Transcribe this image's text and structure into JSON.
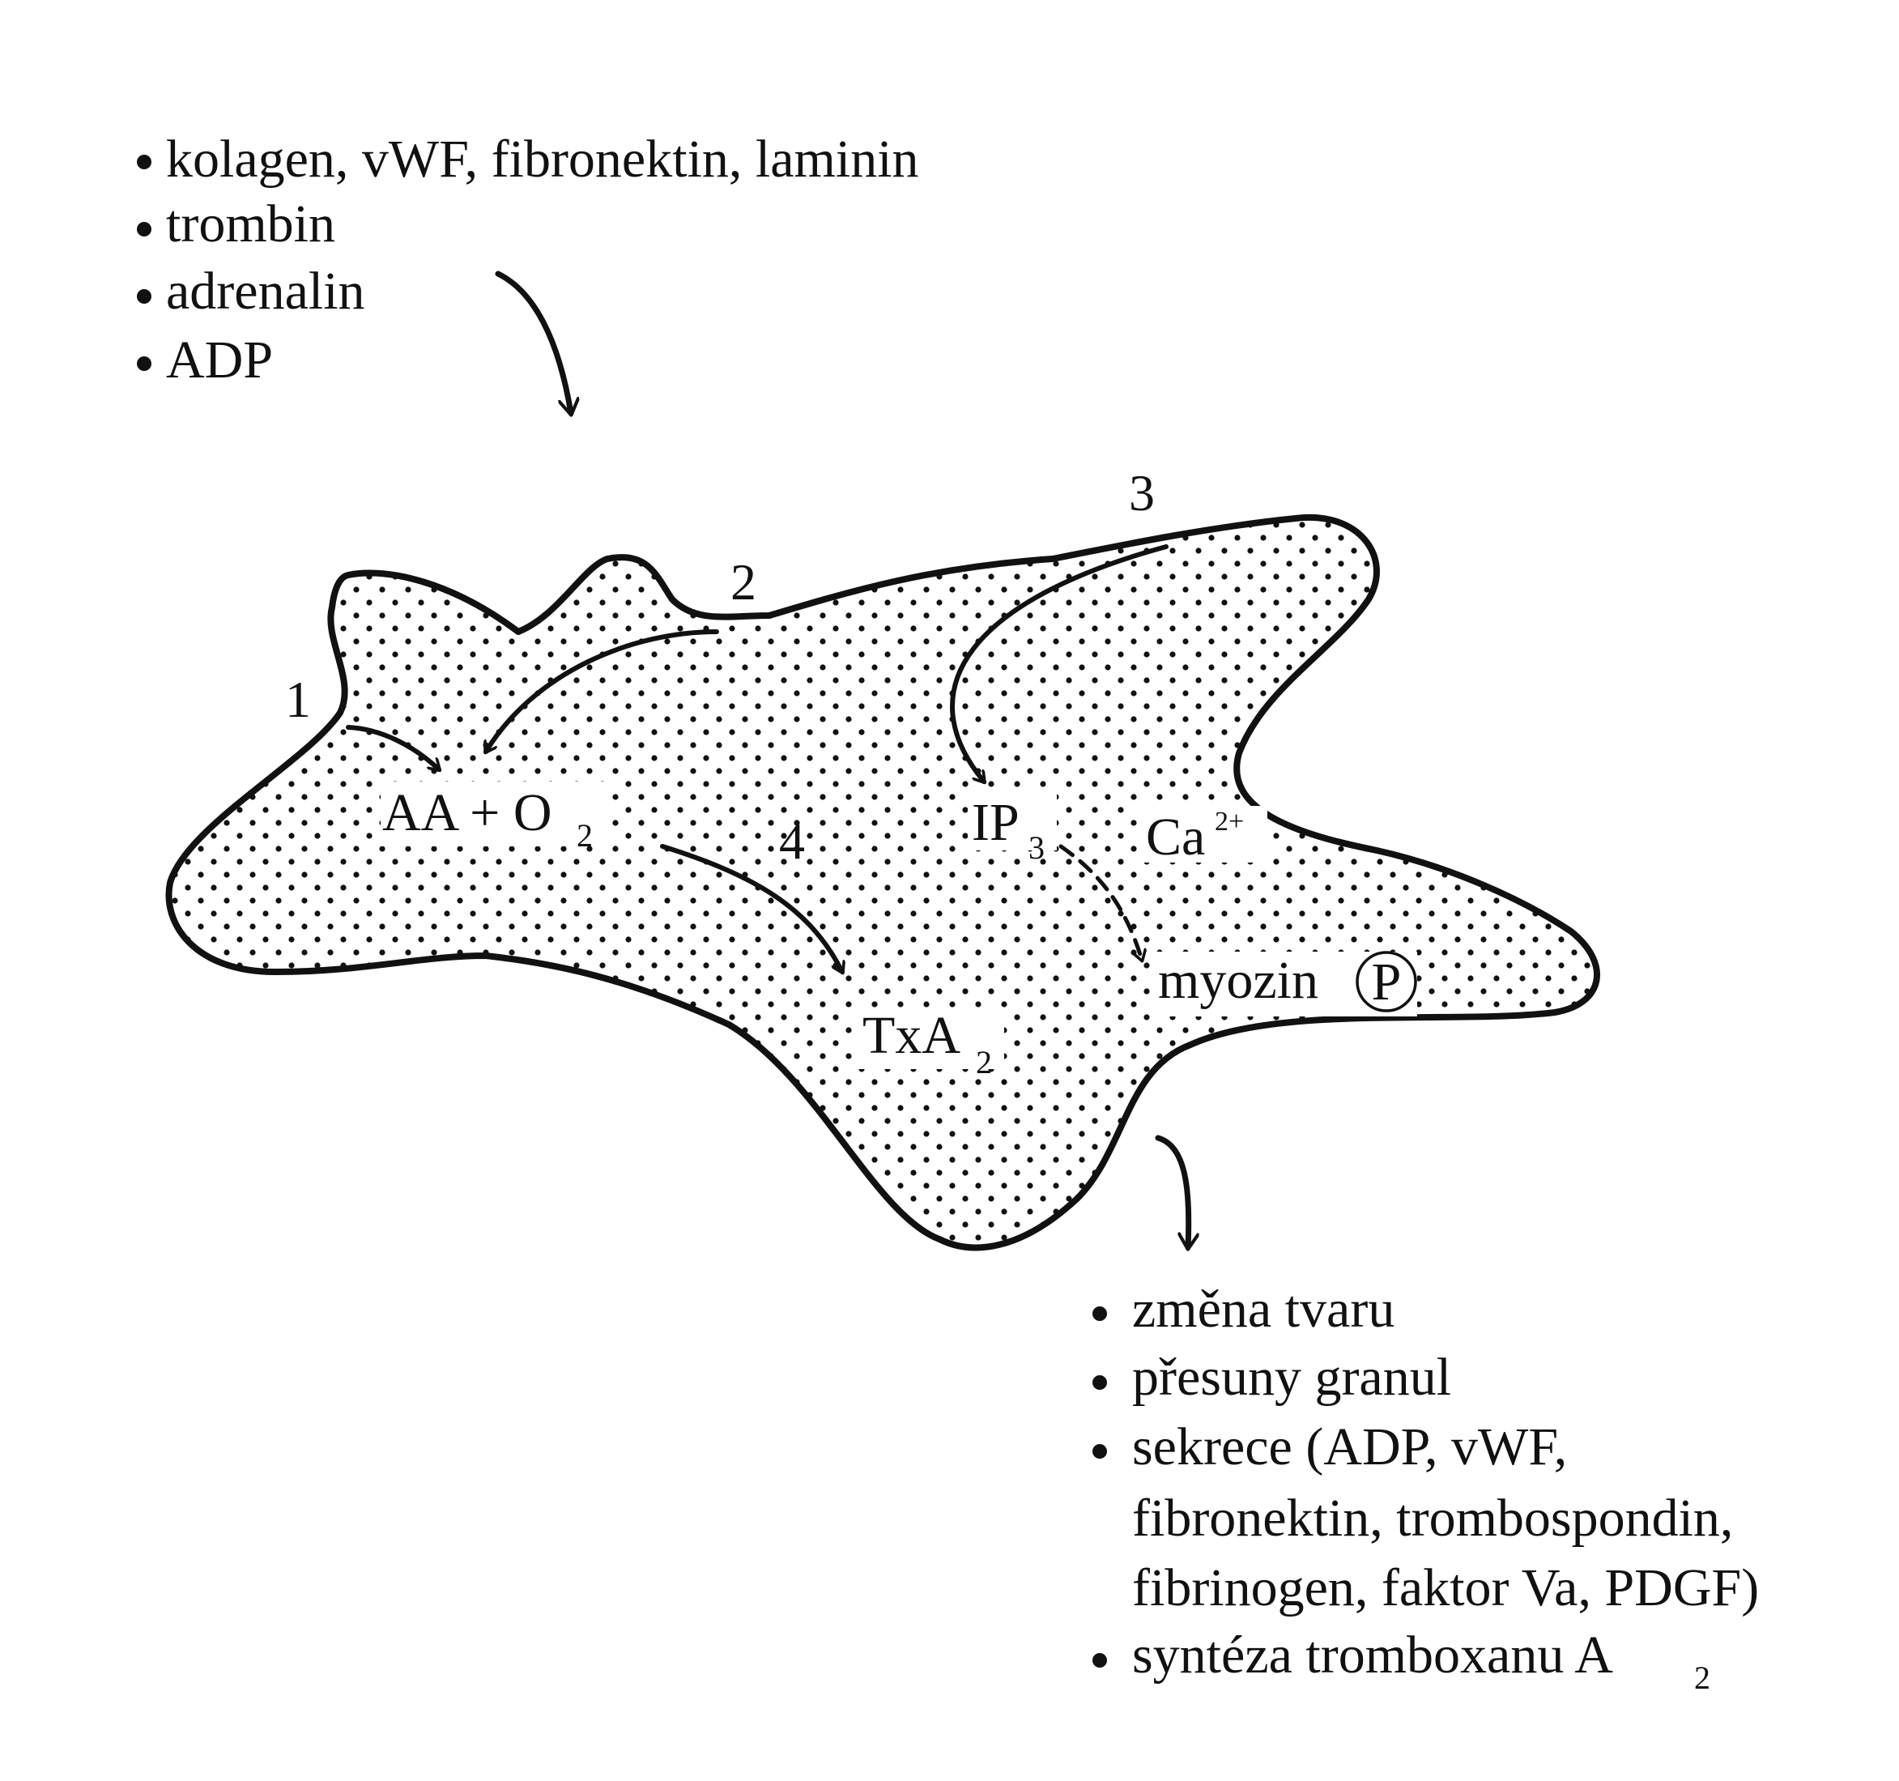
{
  "inputs": {
    "items": [
      "kolagen, vWF, fibronektin, laminin",
      "trombin",
      "adrenalin",
      "ADP"
    ]
  },
  "cell": {
    "numbers": {
      "n1": "1",
      "n2": "2",
      "n3": "3",
      "n4": "4"
    },
    "aa": {
      "main": "AA + O",
      "sub": "2"
    },
    "ip": {
      "main": "IP",
      "sub": "3"
    },
    "ca": {
      "main": "Ca",
      "sup": "2+"
    },
    "myozin": {
      "label": "myozin",
      "marker": "P"
    },
    "txa": {
      "main": "TxA",
      "sub": "2"
    }
  },
  "outputs": {
    "l1": "změna tvaru",
    "l2": "přesuny granul",
    "l3": "sekrece (ADP, vWF,",
    "l4": "fibronektin, trombospondin,",
    "l5": "fibrinogen, faktor Va, PDGF)",
    "l6": {
      "main": "syntéza tromboxanu A",
      "sub": "2"
    }
  }
}
